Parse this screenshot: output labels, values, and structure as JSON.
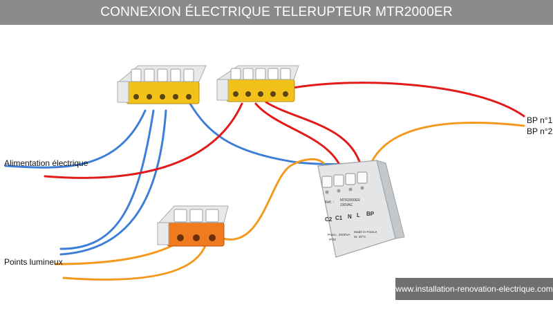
{
  "title": "CONNEXION ÉLECTRIQUE TELERUPTEUR MTR2000ER",
  "labels": {
    "alimentation": "Alimentation électrique",
    "points_lumineux": "Points lumineux",
    "bp1": "BP n°1",
    "bp2": "BP n°2"
  },
  "module": {
    "line1": "Réf. :",
    "line2": "MTR2000ER",
    "line3": "230VAC",
    "line4": "Puiss.: 2000VA",
    "line5": "Made in France",
    "line6": "IP20",
    "line7": "ta: 40°C",
    "terminals": [
      "C2",
      "C1",
      "N",
      "L",
      "BP"
    ]
  },
  "footer": "www.installation-renovation-electrique.com",
  "colors": {
    "blue_wire": "#3d7fd8",
    "red_wire": "#e21a1a",
    "orange_wire": "#f39a1e",
    "yellow_connector": "#f2c21b",
    "orange_connector": "#f07a1e"
  }
}
